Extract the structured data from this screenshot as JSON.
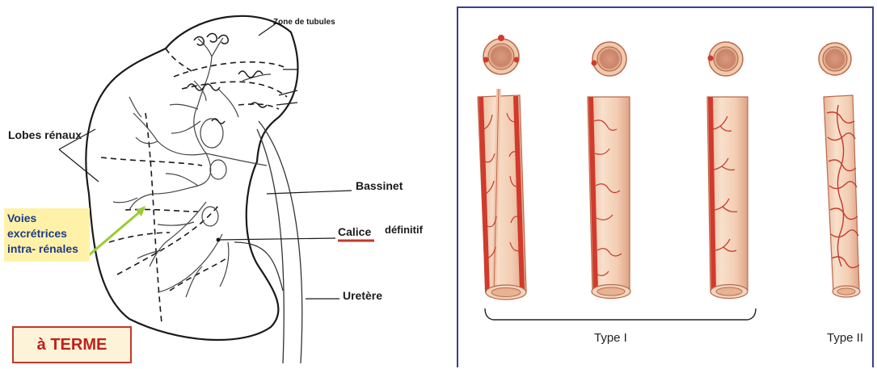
{
  "kidney": {
    "zone_label": "Zone de tubules",
    "lobes_label": "Lobes rénaux",
    "bassinet_label": "Bassinet",
    "calice_label": "Calice",
    "definitif_label": "définitif",
    "uretere_label": "Uretère",
    "voies_lines": [
      "Voies",
      "excrétrices",
      "intra- rénales"
    ],
    "terme_label": "à TERME"
  },
  "vessels": {
    "type1_label": "Type I",
    "type2_label": "Type II"
  },
  "colors": {
    "frame": "#3a3f8f",
    "vessel_red": "#d13a2c",
    "vessel_tube": "#f1c9ad",
    "highlight": "#fff2a8",
    "green_arrow": "#9acd32",
    "calice_underline": "#c0392b"
  }
}
